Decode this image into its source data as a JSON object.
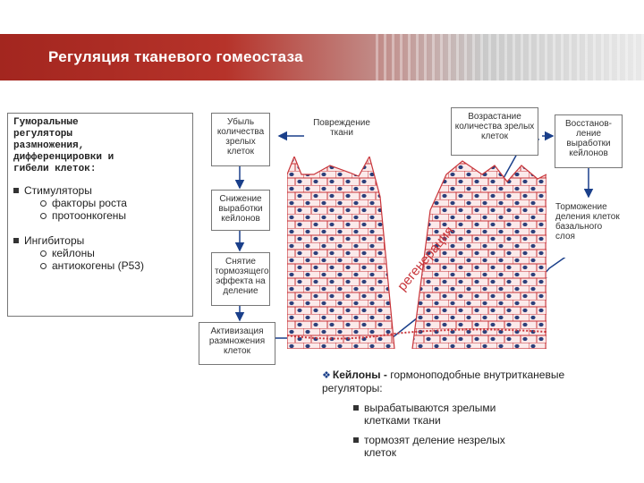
{
  "header": {
    "title": "Регуляция тканевого гомеостаза"
  },
  "left_panel": {
    "heading": "Гуморальные\nрегуляторы\nразмножения,\nдифференцировки и\nгибели клеток:",
    "groups": [
      {
        "title": "Стимуляторы",
        "items": [
          "факторы роста",
          "протоонкогены"
        ]
      },
      {
        "title": "Ингибиторы",
        "items": [
          "кейлоны",
          "антиокогены (P53)"
        ]
      }
    ]
  },
  "flow": {
    "loss": "Убыль количества зрелых клеток",
    "kalon_drop": "Снижение выработки кейлонов",
    "removal": "Снятие тормозящего эффекта на деление",
    "activation": "Активизация размножения клеток",
    "damage": "Повреждение ткани",
    "increase": "Возрастание количества зрелых клеток",
    "restore": "Восстанов-ление выработки кейлонов",
    "inhibit": "Торможение деления клеток базального слоя",
    "regeneration": "регенерация"
  },
  "note": {
    "keyword": "Кейлоны -",
    "definition": "гормоноподобные внутритканевые регуляторы:",
    "items": [
      "вырабатываются зрелыми клетками ткани",
      "тормозят деление незрелых клеток"
    ]
  },
  "colors": {
    "header_red": "#a3261f",
    "arrow_blue": "#1a3f8a",
    "tissue_red": "#c8353a",
    "nucleus": "#2b3f7a"
  }
}
